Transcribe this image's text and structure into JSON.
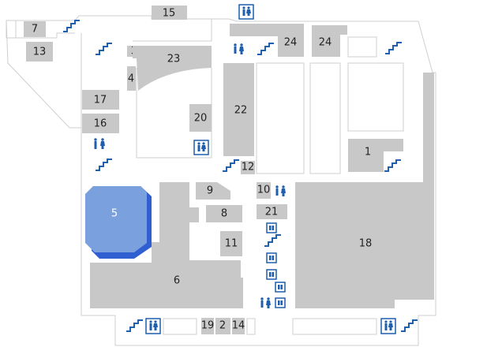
{
  "colors": {
    "room_fill": "#c8c8c8",
    "selected_fill": "#7aa0de",
    "selected_side": "#2f5fd0",
    "outline": "#cfcfcf",
    "icon_blue": "#1f5fae",
    "label_text": "#222222",
    "selected_text": "#ffffff"
  },
  "rooms": [
    {
      "id": "r7",
      "label": "7"
    },
    {
      "id": "r13",
      "label": "13"
    },
    {
      "id": "r15",
      "label": "15"
    },
    {
      "id": "r3",
      "label": "3"
    },
    {
      "id": "r23",
      "label": "23"
    },
    {
      "id": "r4",
      "label": "4"
    },
    {
      "id": "r17",
      "label": "17"
    },
    {
      "id": "r16",
      "label": "16"
    },
    {
      "id": "r20",
      "label": "20"
    },
    {
      "id": "r22",
      "label": "22"
    },
    {
      "id": "r24a",
      "label": "24"
    },
    {
      "id": "r24b",
      "label": "24"
    },
    {
      "id": "r1",
      "label": "1"
    },
    {
      "id": "r12",
      "label": "12"
    },
    {
      "id": "r9",
      "label": "9"
    },
    {
      "id": "r10",
      "label": "10"
    },
    {
      "id": "r8",
      "label": "8"
    },
    {
      "id": "r21",
      "label": "21"
    },
    {
      "id": "r5",
      "label": "5"
    },
    {
      "id": "r11",
      "label": "11"
    },
    {
      "id": "r18",
      "label": "18"
    },
    {
      "id": "r14",
      "label": "14"
    },
    {
      "id": "r6",
      "label": "6"
    },
    {
      "id": "r19",
      "label": "19"
    },
    {
      "id": "r2",
      "label": "2"
    }
  ],
  "icons": {
    "restroom": "restroom-icon",
    "stairs": "stairs-icon",
    "elevator": "elevator-icon"
  }
}
